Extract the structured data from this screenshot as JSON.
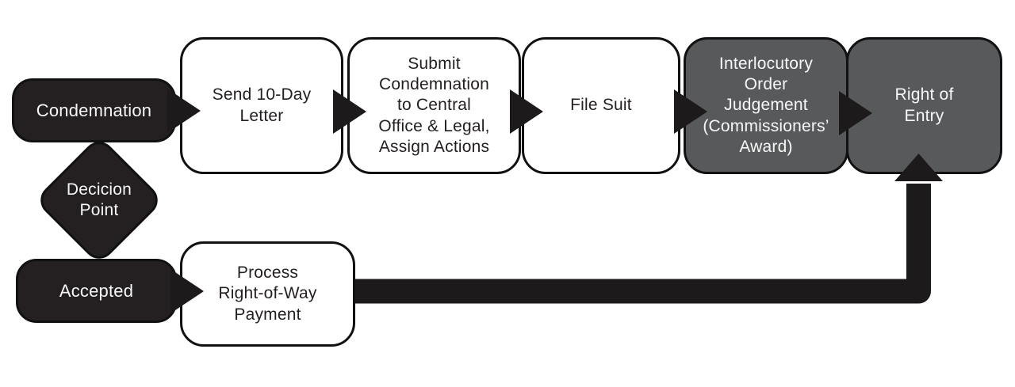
{
  "diagram": {
    "colors": {
      "node_black": "#242021",
      "node_gray": "#58595b",
      "node_white": "#ffffff",
      "border": "#111111",
      "connector": "#1d1a1b",
      "text_dark": "#231f20",
      "text_light": "#f7f7f7"
    },
    "nodes": [
      {
        "id": "condemnation",
        "label": "Condemnation"
      },
      {
        "id": "send-10-day-letter",
        "label": "Send 10-Day\nLetter"
      },
      {
        "id": "submit-condemnation",
        "label": "Submit\nCondemnation\nto Central\nOffice & Legal,\nAssign Actions"
      },
      {
        "id": "file-suit",
        "label": "File Suit"
      },
      {
        "id": "interlocutory-order",
        "label": "Interlocutory\nOrder\nJudgement\n(Commissioners’\nAward)"
      },
      {
        "id": "right-of-entry",
        "label": "Right of\nEntry"
      },
      {
        "id": "decision-point",
        "label": "Decicion\nPoint"
      },
      {
        "id": "accepted",
        "label": "Accepted"
      },
      {
        "id": "process-payment",
        "label": "Process\nRight-of-Way\nPayment"
      }
    ]
  }
}
